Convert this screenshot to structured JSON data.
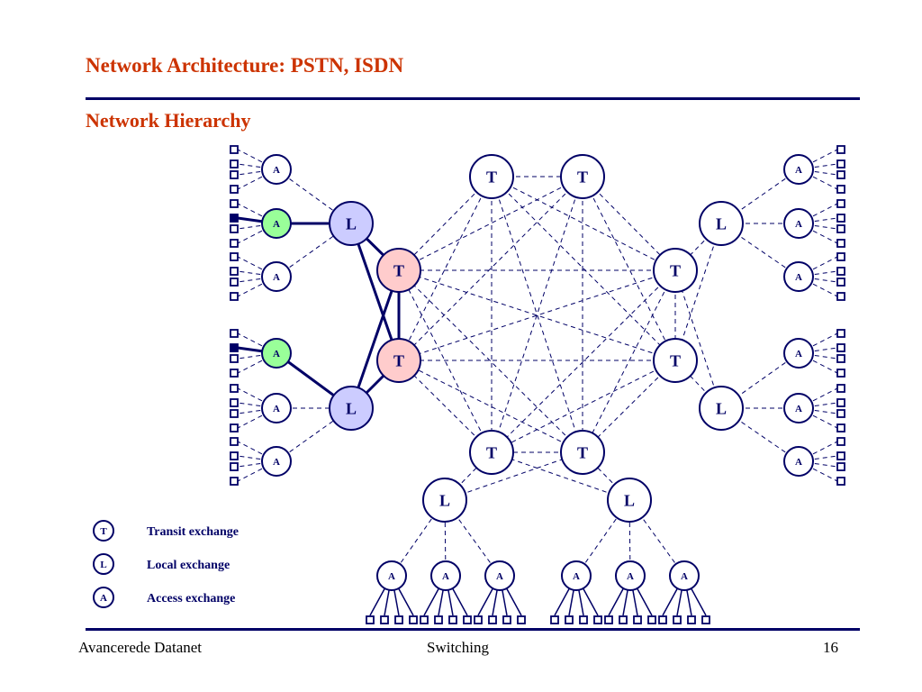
{
  "slide": {
    "title": "Network Architecture: PSTN, ISDN",
    "subtitle": "Network Hierarchy",
    "footer_left": "Avancerede Datanet",
    "footer_center": "Switching",
    "page_number": "16"
  },
  "node_letters": {
    "transit": "T",
    "local": "L",
    "access": "A"
  },
  "legend": [
    {
      "symbol": "T",
      "label": "Transit exchange"
    },
    {
      "symbol": "L",
      "label": "Local exchange"
    },
    {
      "symbol": "A",
      "label": "Access exchange"
    }
  ],
  "colors": {
    "title": "#cc3300",
    "rule": "#000066",
    "node_stroke": "#000066",
    "node_text": "#000066",
    "highlight_transit": "#ffcccc",
    "highlight_local": "#ccccff",
    "highlight_access": "#99ff99"
  }
}
